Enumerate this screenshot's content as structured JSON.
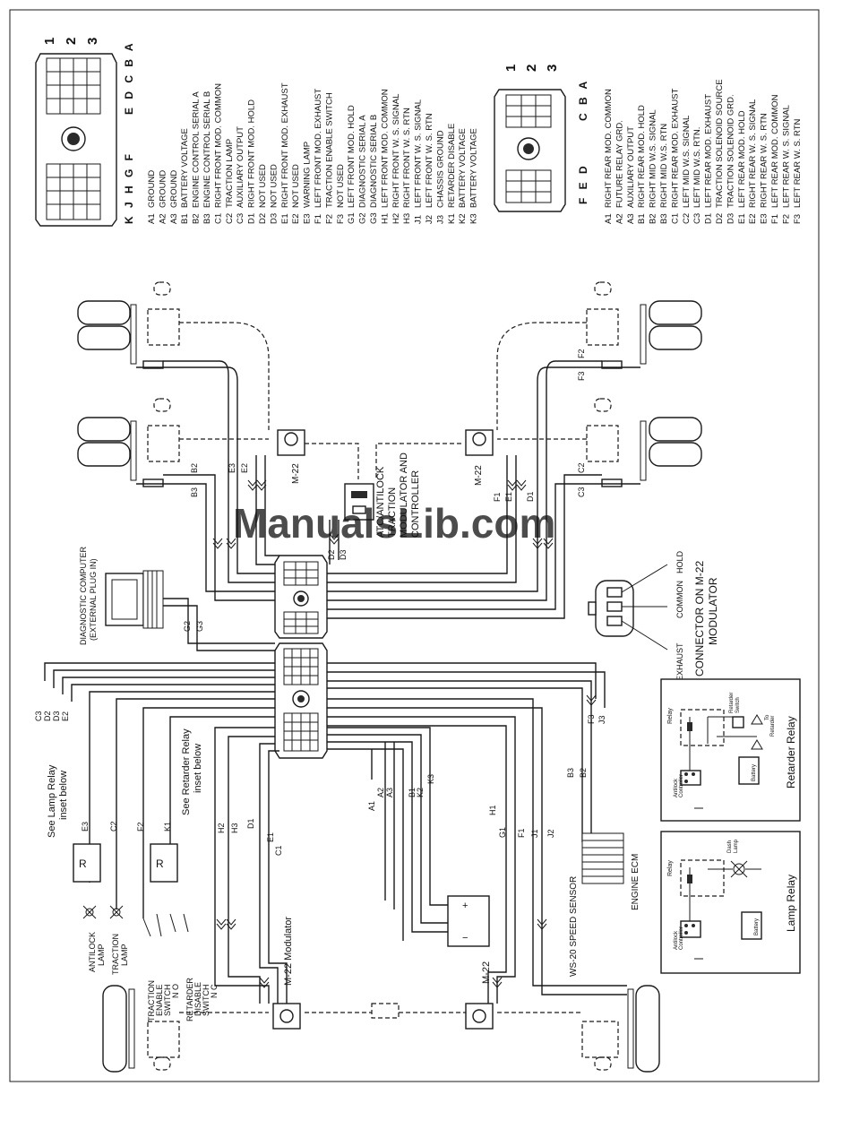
{
  "watermark": "ManualsLib.com",
  "ecu_connector_left": {
    "pin_numbers": [
      "1",
      "2",
      "3"
    ],
    "letters_top": "E D C B A",
    "letters_bottom": "K J H G F",
    "pins": [
      {
        "pin": "A1",
        "label": "GROUND"
      },
      {
        "pin": "A2",
        "label": "GROUND"
      },
      {
        "pin": "A3",
        "label": "GROUND"
      },
      {
        "pin": "B1",
        "label": "BATTERY VOLTAGE"
      },
      {
        "pin": "B2",
        "label": "ENGINE CONTROL SERIAL A"
      },
      {
        "pin": "B3",
        "label": "ENGINE CONTROL SERIAL B"
      },
      {
        "pin": "C1",
        "label": "RIGHT FRONT MOD. COMMON"
      },
      {
        "pin": "C2",
        "label": "TRACTION LAMP"
      },
      {
        "pin": "C3",
        "label": "AUXILIARY OUTPUT"
      },
      {
        "pin": "D1",
        "label": "RIGHT FRONT MOD. HOLD"
      },
      {
        "pin": "D2",
        "label": "NOT USED"
      },
      {
        "pin": "D3",
        "label": "NOT USED"
      },
      {
        "pin": "E1",
        "label": "RIGHT FRONT MOD. EXHAUST"
      },
      {
        "pin": "E2",
        "label": "NOT USED"
      },
      {
        "pin": "E3",
        "label": "WARNING LAMP"
      },
      {
        "pin": "F1",
        "label": "LEFT FRONT MOD. EXHAUST"
      },
      {
        "pin": "F2",
        "label": "TRACTION ENABLE SWITCH"
      },
      {
        "pin": "F3",
        "label": "NOT USED"
      },
      {
        "pin": "G1",
        "label": "LEFT FRONT MOD. HOLD"
      },
      {
        "pin": "G2",
        "label": "DIAGNOSTIC SERIAL A"
      },
      {
        "pin": "G3",
        "label": "DIAGNOSTIC SERIAL B"
      },
      {
        "pin": "H1",
        "label": "LEFT FRONT MOD. COMMON"
      },
      {
        "pin": "H2",
        "label": "RIGHT FRONT W. S. SIGNAL"
      },
      {
        "pin": "H3",
        "label": "RIGHT FRONT W. S. RTN"
      },
      {
        "pin": "J1",
        "label": "LEFT FRONT W. S. SIGNAL"
      },
      {
        "pin": "J2",
        "label": "LEFT FRONT W. S. RTN"
      },
      {
        "pin": "J3",
        "label": "CHASSIS GROUND"
      },
      {
        "pin": "K1",
        "label": "RETARDER DISABLE"
      },
      {
        "pin": "K2",
        "label": "BATTERY VOLTAGE"
      },
      {
        "pin": "K3",
        "label": "BATTERY VOLTAGE"
      }
    ]
  },
  "ecu_connector_right": {
    "pin_numbers": [
      "1",
      "2",
      "3"
    ],
    "letters_top": "C B A",
    "letters_bottom": "F E D",
    "pins": [
      {
        "pin": "A1",
        "label": "RIGHT REAR MOD. COMMON"
      },
      {
        "pin": "A2",
        "label": "FUTURE RELAY GRD."
      },
      {
        "pin": "A3",
        "label": "AUXILIARY OUTPUT"
      },
      {
        "pin": "B1",
        "label": "RIGHT REAR MOD. HOLD"
      },
      {
        "pin": "B2",
        "label": "RIGHT MID W.S. SIGNAL"
      },
      {
        "pin": "B3",
        "label": "RIGHT MID W.S. RTN"
      },
      {
        "pin": "C1",
        "label": "RIGHT REAR MOD. EXHAUST"
      },
      {
        "pin": "C2",
        "label": "LEFT MID W.S. SIGNAL"
      },
      {
        "pin": "C3",
        "label": "LEFT MID W.S. RTN."
      },
      {
        "pin": "D1",
        "label": "LEFT REAR MOD. EXHAUST"
      },
      {
        "pin": "D2",
        "label": "TRACTION SOLENOID SOURCE"
      },
      {
        "pin": "D3",
        "label": "TRACTION SOLENOID GRD."
      },
      {
        "pin": "E1",
        "label": "LEFT REAR MOD. HOLD"
      },
      {
        "pin": "E2",
        "label": "RIGHT REAR W. S. SIGNAL"
      },
      {
        "pin": "E3",
        "label": "RIGHT REAR W. S. RTN"
      },
      {
        "pin": "F1",
        "label": "LEFT REAR MOD. COMMON"
      },
      {
        "pin": "F2",
        "label": "LEFT REAR W. S. SIGNAL"
      },
      {
        "pin": "F3",
        "label": "LEFT REAR W. S. RTN"
      }
    ]
  },
  "labels": {
    "m22_top_left": "M-22",
    "m22_top_right": "M-22",
    "m22_bottom_left": "M-22 Modulator",
    "m22_bottom_right": "M-22",
    "atc_line1": "ATC/ANTILOCK",
    "atc_line2": "TRACTION",
    "atc_line3": "MODULATOR AND",
    "atc_line4": "CONTROLLER",
    "diag_line1": "DIAGNOSTIC COMPUTER",
    "diag_line2": "(EXTERNAL PLUG IN)",
    "see_lamp_1": "See Lamp Relay",
    "see_lamp_2": "inset below",
    "see_ret_1": "See Retarder Relay",
    "see_ret_2": "inset below",
    "antilock_lamp_1": "ANTILOCK",
    "antilock_lamp_2": "LAMP",
    "traction_lamp_1": "TRACTION",
    "traction_lamp_2": "LAMP",
    "tes_1": "TRACTION",
    "tes_2": "ENABLE",
    "tes_3": "SWITCH",
    "tes_4": "N O",
    "rds_1": "RETARDER",
    "rds_2": "DISABLE",
    "rds_3": "SWITCH",
    "rds_4": "N C",
    "ws20": "WS-20 SPEED SENSOR",
    "engine_ecm": "ENGINE ECM",
    "conn_title_1": "CONNECTOR ON M-22",
    "conn_title_2": "MODULATOR",
    "conn_hold": "HOLD",
    "conn_common": "COMMON",
    "conn_exhaust": "EXHAUST",
    "retarder_relay_title": "Retarder Relay",
    "lamp_relay_title": "Lamp Relay",
    "inset_relay": "Relay",
    "inset_antilock_1": "Antilock",
    "inset_antilock_2": "Controller",
    "inset_battery": "Battery",
    "inset_retarder_switch_1": "Retarder",
    "inset_retarder_switch_2": "Switch",
    "inset_to_retarder_1": "To",
    "inset_to_retarder_2": "Retarder",
    "inset_dash_1": "Dash",
    "inset_dash_2": "Lamp",
    "relay_R1": "R",
    "relay_R2": "R",
    "battery_plus": "+",
    "battery_minus": "−"
  },
  "wire_labels": {
    "B3": "B3",
    "B2": "B2",
    "E3": "E3",
    "E2": "E2",
    "C2": "C2",
    "C3": "C3",
    "F2": "F2",
    "F3": "F3",
    "D1": "D1",
    "E1": "E1",
    "D2": "D2",
    "D3": "D3",
    "F1": "F1",
    "G2": "G2",
    "G3": "G3",
    "A1": "A1",
    "A2": "A2",
    "A3": "A3",
    "B1": "B1",
    "K2": "K2",
    "K3": "K3",
    "H1": "H1",
    "G1": "G1",
    "J1": "J1",
    "J2": "J2",
    "H2": "H2",
    "H3": "H3",
    "C1": "C1",
    "K1": "K1",
    "J3": "J3"
  }
}
